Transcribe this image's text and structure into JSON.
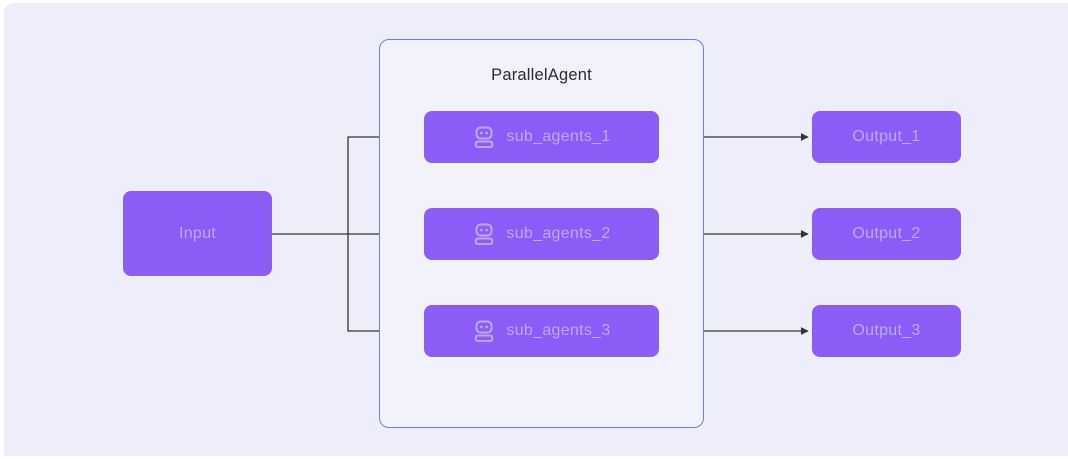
{
  "diagram": {
    "group": {
      "title": "ParallelAgent"
    },
    "input": {
      "label": "Input"
    },
    "sub_agents": [
      {
        "label": "sub_agents_1",
        "icon": "robot-icon"
      },
      {
        "label": "sub_agents_2",
        "icon": "robot-icon"
      },
      {
        "label": "sub_agents_3",
        "icon": "robot-icon"
      }
    ],
    "outputs": [
      {
        "label": "Output_1"
      },
      {
        "label": "Output_2"
      },
      {
        "label": "Output_3"
      }
    ],
    "colors": {
      "node_fill": "#8b5cf6",
      "node_text": "#bbaaf2",
      "group_border": "#727cdf",
      "group_fill": "#f1f2fb",
      "panel_background": "#edeefa",
      "arrow": "#333333"
    }
  }
}
